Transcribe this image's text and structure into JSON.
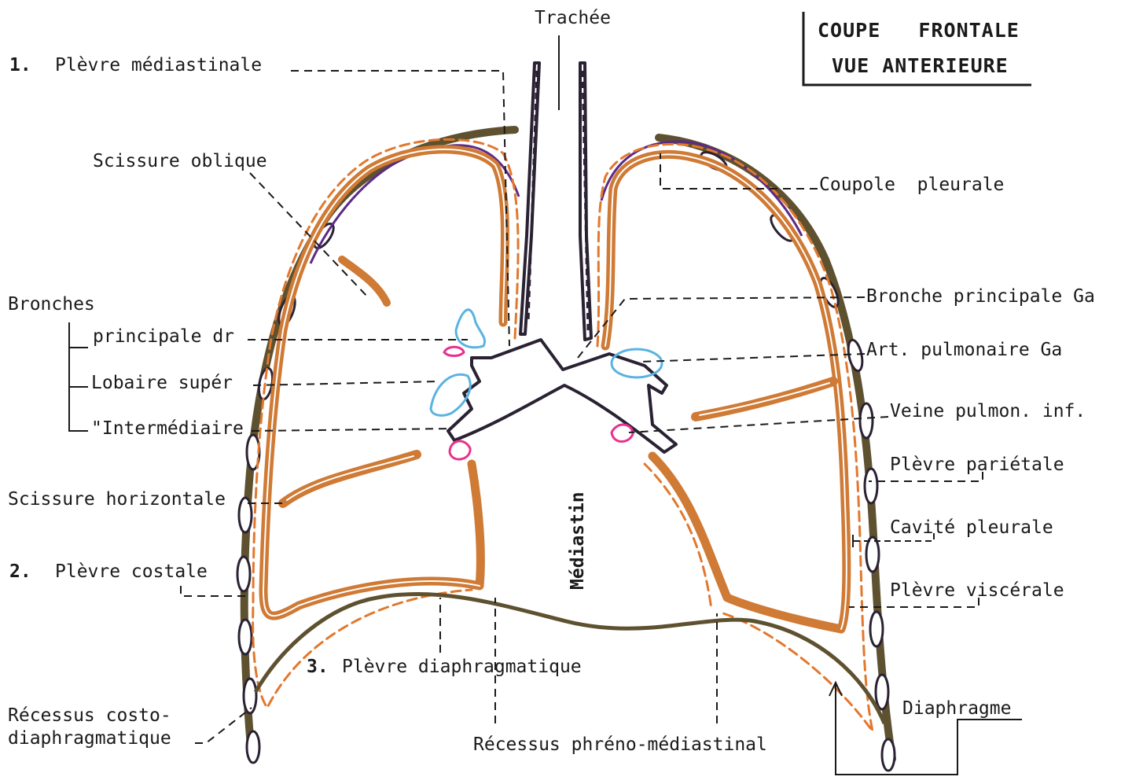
{
  "title": {
    "line1": "COUPE   FRONTALE",
    "line2": "VUE ANTERIEURE"
  },
  "colors": {
    "lung_fill": "#cf7a35",
    "parietal_line": "#e2782e",
    "chest_wall": "#5e5130",
    "bronchus_outline": "#2a2233",
    "artery": "#5ab3e2",
    "vein": "#e8318f",
    "dome": "#5c2a86"
  },
  "labels": {
    "trachea": "Trachée",
    "plevre_mediastinale_num": "1.",
    "plevre_mediastinale": "Plèvre médiastinale",
    "scissure_oblique": "Scissure oblique",
    "coupole_pleurale": "Coupole  pleurale",
    "bronches": "Bronches",
    "principale_dr": "principale dr",
    "lobaire_super": "Lobaire supér",
    "intermediaire": "\"Intermédiaire",
    "bronche_principale_ga": "Bronche principale Ga",
    "art_pulmonaire_ga": "Art. pulmonaire Ga",
    "veine_pulmon_inf": "Veine pulmon. inf.",
    "plevre_parietale": "Plèvre pariétale",
    "scissure_horizontale": "Scissure horizontale",
    "cavite_pleurale": "Cavité pleurale",
    "mediastin": "Médiastin",
    "plevre_costale_num": "2.",
    "plevre_costale": "Plèvre costale",
    "plevre_viscerale": "Plèvre viscérale",
    "plevre_diaphragmatique_num": "3.",
    "plevre_diaphragmatique": "Plèvre diaphragmatique",
    "recessus_costo_1": "Récessus costo-",
    "recessus_costo_2": "diaphragmatique",
    "recessus_phreno": "Récessus phréno-médiastinal",
    "diaphragme": "Diaphragme"
  }
}
